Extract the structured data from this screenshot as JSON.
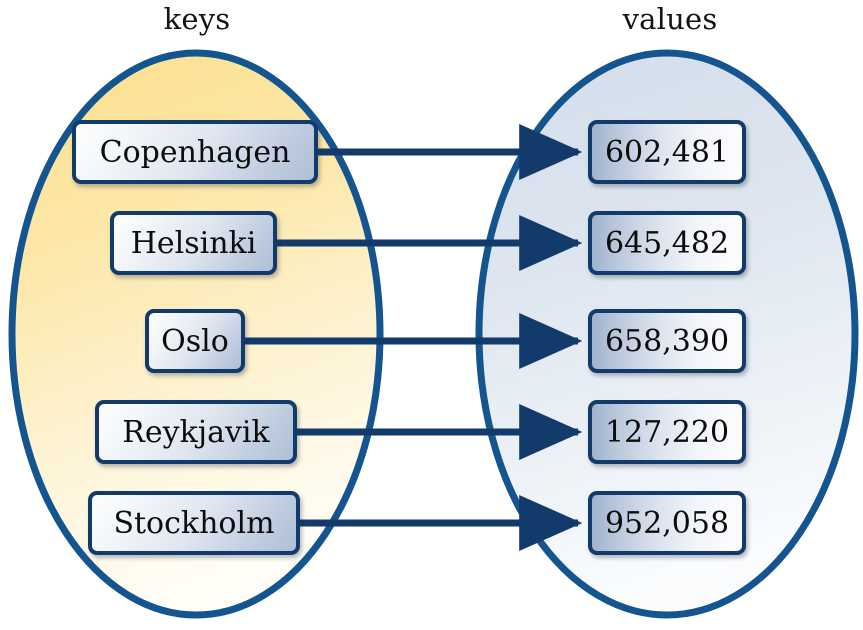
{
  "diagram": {
    "type": "mapping-diagram",
    "title_left": "keys",
    "title_right": "values",
    "accent_color": "#15558f",
    "node_border_color": "#123a6b",
    "arrow_color": "#123a6b",
    "left_set_fill": "#fbdf8e",
    "right_set_fill": "#d6e0ec",
    "pairs": [
      {
        "key": "Copenhagen",
        "value": "602,481"
      },
      {
        "key": "Helsinki",
        "value": "645,482"
      },
      {
        "key": "Oslo",
        "value": "658,390"
      },
      {
        "key": "Reykjavik",
        "value": "127,220"
      },
      {
        "key": "Stockholm",
        "value": "952,058"
      }
    ]
  }
}
